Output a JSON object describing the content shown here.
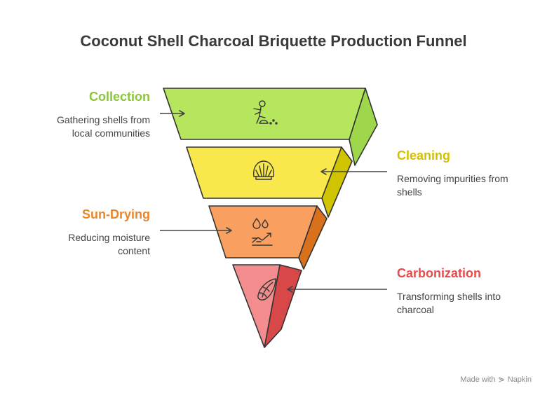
{
  "title": "Coconut Shell Charcoal Briquette Production Funnel",
  "stages": [
    {
      "label": "Collection",
      "description": [
        "Gathering shells from",
        "local communities"
      ],
      "color": "#8cc43c",
      "icon": "person-collecting-icon"
    },
    {
      "label": "Cleaning",
      "description": [
        "Removing impurities from",
        "shells"
      ],
      "color": "#d8c800",
      "icon": "shell-icon"
    },
    {
      "label": "Sun-Drying",
      "description": [
        "Reducing moisture",
        "content"
      ],
      "color": "#f08c30",
      "icon": "drying-icon"
    },
    {
      "label": "Carbonization",
      "description": [
        "Transforming shells into",
        "charcoal"
      ],
      "color": "#e64c4c",
      "icon": "conch-icon"
    }
  ],
  "footer": {
    "made_with": "Made with",
    "brand": "Napkin"
  }
}
